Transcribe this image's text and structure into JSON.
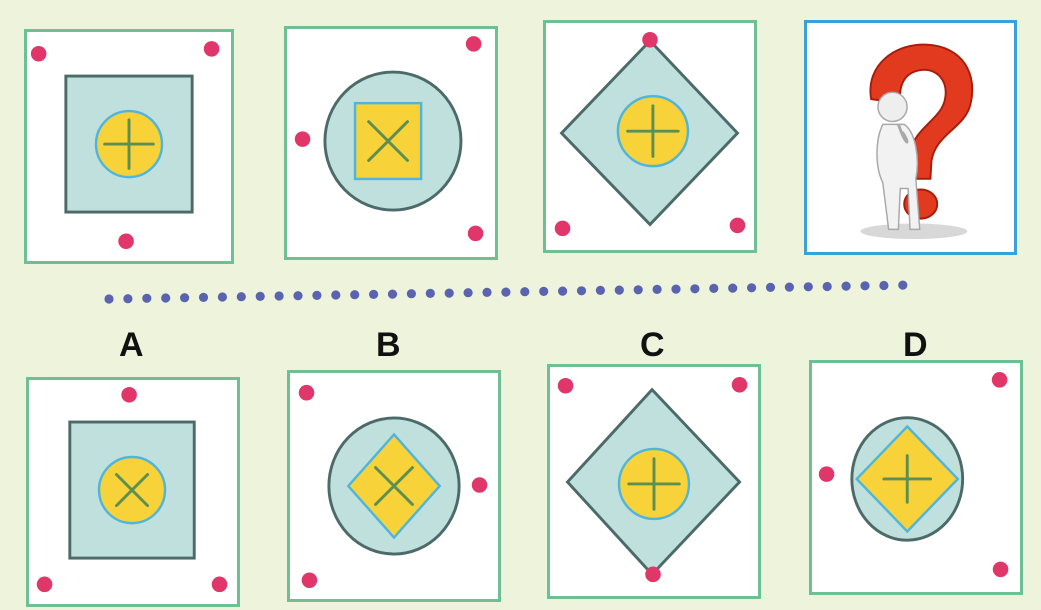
{
  "options": {
    "a": "A",
    "b": "B",
    "c": "C",
    "d": "D"
  },
  "colors": {
    "panel_border": "#6fbf95",
    "mystery_border": "#3aa0d8",
    "outer_fill": "#bfe0dc",
    "outer_stroke": "#4c6a68",
    "inner_fill": "#f7d238",
    "inner_stroke": "#4fb5dc",
    "glyph": "#5d8f52",
    "dot": "#e0366a",
    "separator": "#5a63b0",
    "question_mark": "#e23a1e"
  },
  "icons": {
    "mystery": "question-mark-thinking-figure-icon"
  }
}
